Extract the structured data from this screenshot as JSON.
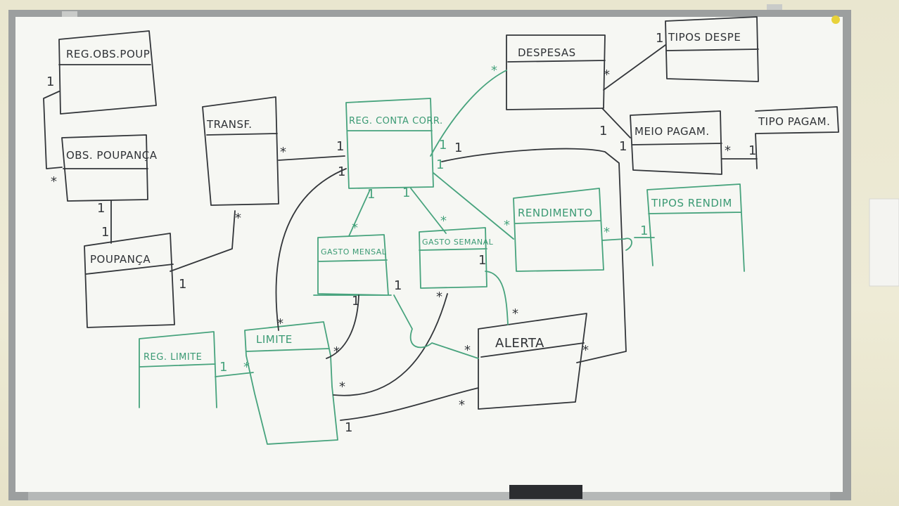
{
  "colors": {
    "black_marker": "#33363a",
    "green_marker": "#47a37d",
    "board": "#f7f8f4",
    "wall": "#ebe8d2"
  },
  "entities": {
    "reg_obs_poup": "REG.OBS.POUP",
    "obs_poupanca": "OBS. POUPANÇA",
    "poupanca": "POUPANÇA",
    "transf": "TRANSF.",
    "reg_conta_corr": "REG. CONTA CORR.",
    "despesas": "DESPESAS",
    "tipos_despe": "TIPOS DESPE",
    "meio_pagam": "MEIO PAGAM.",
    "tipo_pagam": "TIPO PAGAM.",
    "rendimento": "RENDIMENTO",
    "tipos_rendim": "TIPOS RENDIM",
    "gasto_mensal": "GASTO MENSAL",
    "gasto_semanal": "GASTO SEMANAL",
    "limite": "LIMITE",
    "reg_limite": "REG. LIMITE",
    "alerta": "ALERTA"
  },
  "mult": {
    "one": "1",
    "many": "*"
  }
}
